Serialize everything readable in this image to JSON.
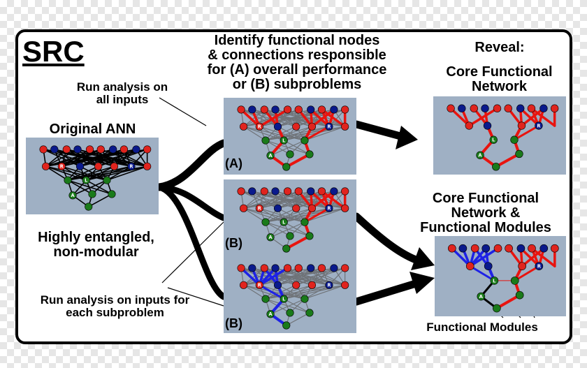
{
  "title": "SRC",
  "identify_text": [
    "Identify functional nodes",
    "& connections responsible",
    "for (A) overall performance",
    "or (B) subproblems"
  ],
  "run_all_text": [
    "Run analysis on",
    "all inputs"
  ],
  "original_title": "Original ANN",
  "entangled_text": [
    "Highly entangled,",
    "non-modular"
  ],
  "run_sub_text": [
    "Run analysis on inputs for",
    "each subproblem"
  ],
  "reveal_text": "Reveal:",
  "core_network_text": [
    "Core Functional",
    "Network"
  ],
  "core_modules_text": [
    "Core Functional",
    "Network &",
    "Functional Modules"
  ],
  "functional_modules_text": "Functional Modules",
  "panel_tags": {
    "a": "(A)",
    "b1": "(B)",
    "b2": "(B)"
  },
  "node_labels": {
    "left": "L",
    "right": "R",
    "and": "A"
  },
  "colors": {
    "panel_bg": "#9fb0c4",
    "node_blue": "#0a1a8c",
    "node_red": "#e0241e",
    "node_green": "#1a7a1a",
    "edge_gray": "#6f7378",
    "edge_black": "#000000",
    "edge_red": "#e8140f",
    "edge_blue": "#1e22e6"
  }
}
